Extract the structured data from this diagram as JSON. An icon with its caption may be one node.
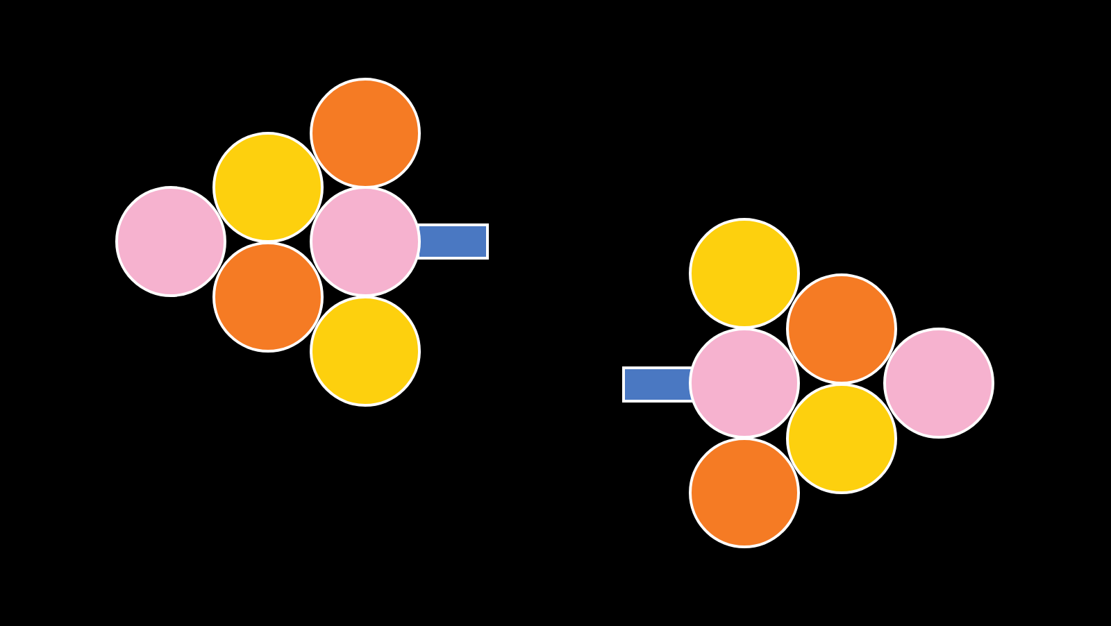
{
  "diagram": {
    "nodes": [
      {
        "text": [],
        "shape": "circle"
      },
      {
        "text": [],
        "shape": "circle"
      },
      {
        "text": [],
        "shape": "circle"
      },
      {
        "text": [],
        "shape": "circle"
      },
      {
        "text": [],
        "shape": "circle"
      },
      {
        "text": [],
        "shape": "circle"
      },
      {
        "text": [],
        "shape": "bar"
      },
      {
        "text": [],
        "shape": "bar"
      },
      {
        "text": [],
        "shape": "circle"
      },
      {
        "text": [],
        "shape": "circle"
      },
      {
        "text": [],
        "shape": "circle"
      },
      {
        "text": [],
        "shape": "circle"
      },
      {
        "text": [],
        "shape": "circle"
      },
      {
        "text": [],
        "shape": "circle"
      }
    ]
  }
}
